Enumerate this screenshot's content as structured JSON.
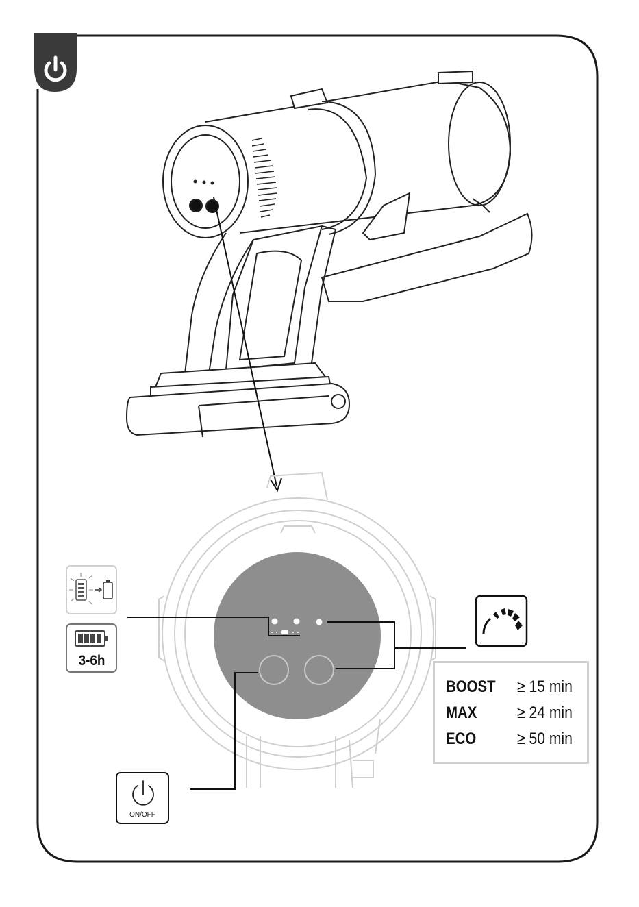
{
  "header_icon": "power-icon",
  "battery_level_icon": "battery-charging-icon",
  "battery_full": {
    "icon": "battery-full-icon",
    "label": "3-6h"
  },
  "speed_icon": "gauge-icon",
  "power_button": {
    "icon": "power-icon",
    "label": "ON/OFF"
  },
  "modes": [
    {
      "name": "BOOST",
      "time": "≥ 15 min"
    },
    {
      "name": "MAX",
      "time": "≥ 24 min"
    },
    {
      "name": "ECO",
      "time": "≥ 50 min"
    }
  ],
  "colors": {
    "frame": "#1a1a1a",
    "panel": "#8e8e8e",
    "ghost": "#cfcfcf",
    "header_tab": "#3a3a3a"
  }
}
